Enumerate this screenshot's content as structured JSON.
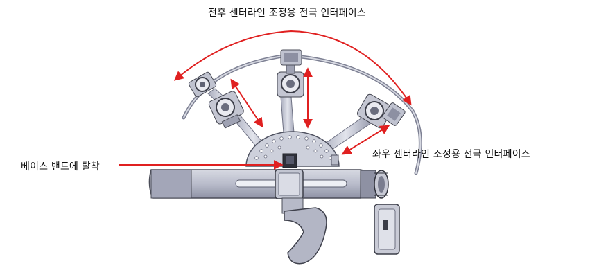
{
  "labels": {
    "top": "전후 센터라인 조정용 전극 인터페이스",
    "right": "좌우 센터라인 조정용 전극 인터페이스",
    "left": "베이스 밴드에 탈착"
  },
  "colors": {
    "arrow": "#e02020",
    "device_body": "#c9cbd6",
    "device_shadow": "#8e91a3",
    "device_dark": "#3a3c47",
    "background": "#ffffff"
  }
}
